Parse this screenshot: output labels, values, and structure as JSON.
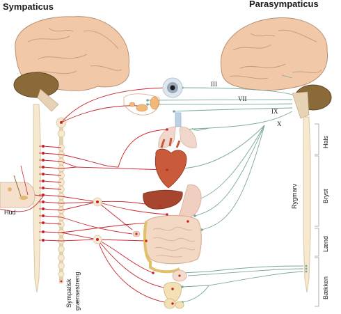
{
  "titles": {
    "left": "Sympaticus",
    "right": "Parasympaticus"
  },
  "labels": {
    "skin": "Hud",
    "chain_line1": "Sympatisk",
    "chain_line2": "grænsestreng",
    "spinal_cord": "Rygmarv"
  },
  "nerves": [
    "III",
    "VII",
    "IX",
    "X"
  ],
  "regions": [
    "Hals",
    "Bryst",
    "Lænd",
    "Bækken"
  ],
  "colors": {
    "sympathetic": "#c8252b",
    "parasympathetic": "#7aa89a",
    "brain": "#f2c9a8",
    "cerebellum": "#8b6a3a",
    "spinal": "#f6e9cf"
  }
}
